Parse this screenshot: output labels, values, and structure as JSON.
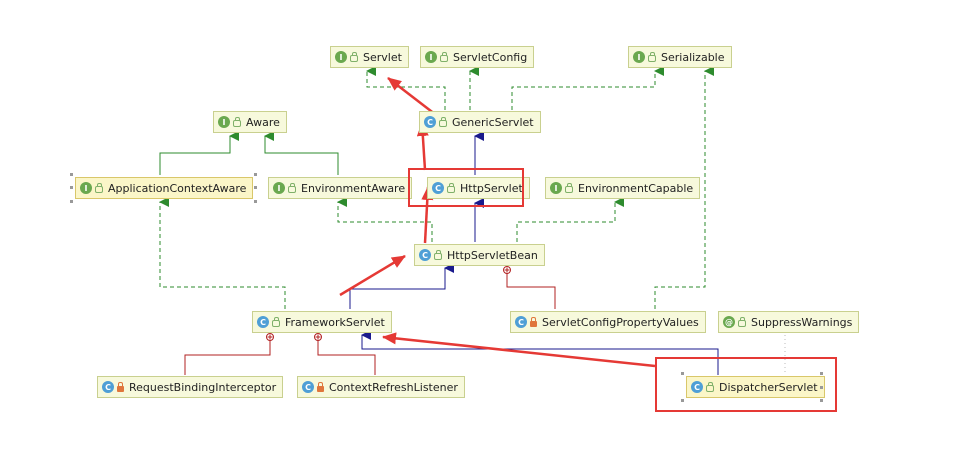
{
  "nodes": [
    {
      "id": "servlet",
      "label": "Servlet",
      "kind": "I"
    },
    {
      "id": "servletconfig",
      "label": "ServletConfig",
      "kind": "I"
    },
    {
      "id": "serializable",
      "label": "Serializable",
      "kind": "I"
    },
    {
      "id": "aware",
      "label": "Aware",
      "kind": "I"
    },
    {
      "id": "genericservlet",
      "label": "GenericServlet",
      "kind": "C"
    },
    {
      "id": "appctxaware",
      "label": "ApplicationContextAware",
      "kind": "I"
    },
    {
      "id": "envaware",
      "label": "EnvironmentAware",
      "kind": "I"
    },
    {
      "id": "httpservlet",
      "label": "HttpServlet",
      "kind": "C"
    },
    {
      "id": "envcapable",
      "label": "EnvironmentCapable",
      "kind": "I"
    },
    {
      "id": "httpservletbean",
      "label": "HttpServletBean",
      "kind": "C"
    },
    {
      "id": "frameworkservlet",
      "label": "FrameworkServlet",
      "kind": "C"
    },
    {
      "id": "servletconfigpropertyvalues",
      "label": "ServletConfigPropertyValues",
      "kind": "C"
    },
    {
      "id": "suppresswarnings",
      "label": "SuppressWarnings",
      "kind": "@"
    },
    {
      "id": "requestbindinginterceptor",
      "label": "RequestBindingInterceptor",
      "kind": "C"
    },
    {
      "id": "contextrefreshlistener",
      "label": "ContextRefreshListener",
      "kind": "C"
    },
    {
      "id": "dispatcherservlet",
      "label": "DispatcherServlet",
      "kind": "C"
    }
  ],
  "colors": {
    "implements": "#2e8b2e",
    "extends": "#1a1a8c",
    "inner": "#b22222",
    "highlight": "#e53935"
  }
}
